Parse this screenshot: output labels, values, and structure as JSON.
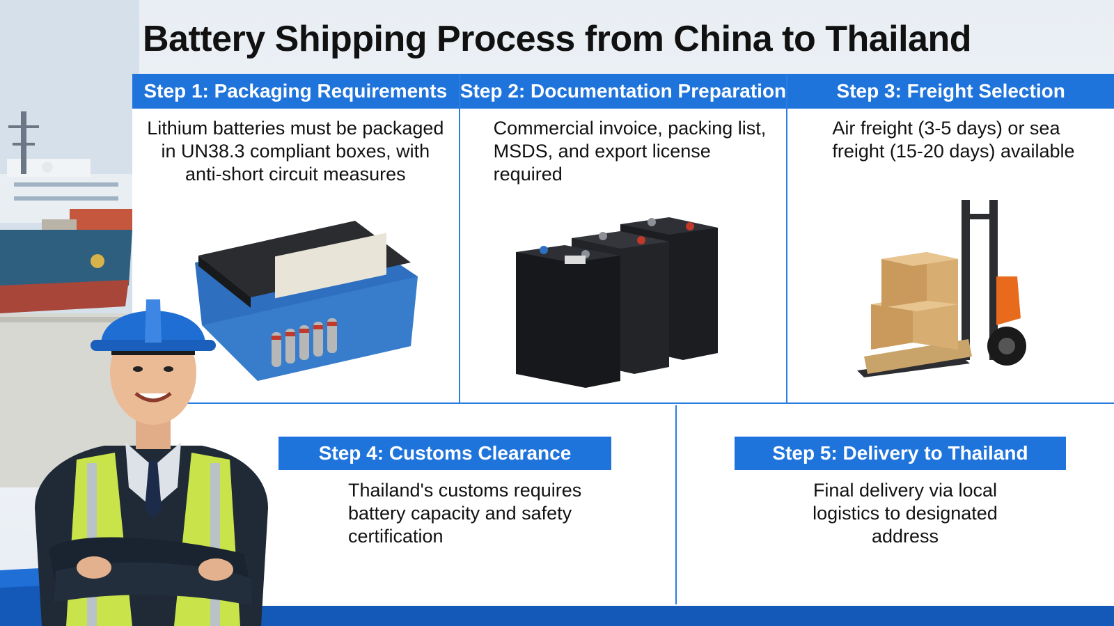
{
  "title": "Battery Shipping Process from China to Thailand",
  "steps": [
    {
      "header": "Step 1: Packaging Requirements",
      "text": "Lithium batteries must be packaged in UN38.3 compliant boxes, with anti-short circuit measures",
      "illustration": "battery-pack-box-icon"
    },
    {
      "header": "Step 2: Documentation Preparation",
      "text": "Commercial invoice, packing list, MSDS, and export license required",
      "illustration": "battery-cells-icon"
    },
    {
      "header": "Step 3: Freight Selection",
      "text": "Air freight (3-5 days) or sea freight (15-20 days) available",
      "illustration": "forklift-boxes-icon"
    },
    {
      "header": "Step 4: Customs Clearance",
      "text": "Thailand's customs requires battery capacity and safety certification"
    },
    {
      "header": "Step 5: Delivery to Thailand",
      "text": "Final delivery via local logistics to designated address"
    }
  ],
  "colors": {
    "accent": "#1f74dc",
    "border": "#2a7de1"
  }
}
